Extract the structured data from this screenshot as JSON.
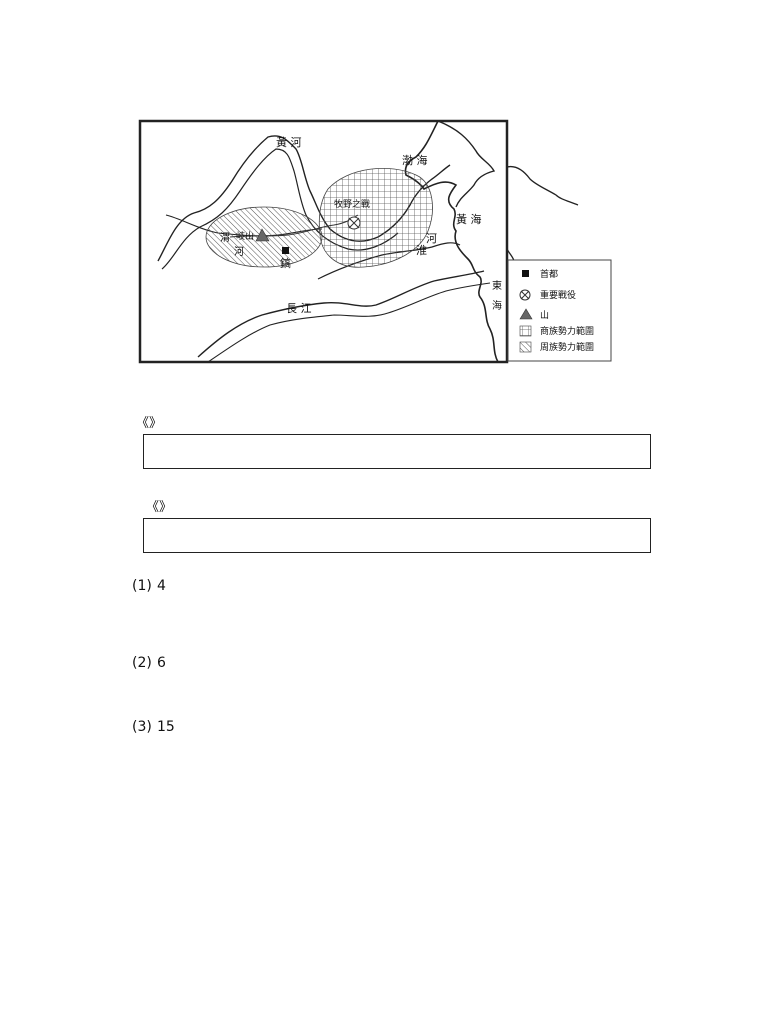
{
  "map": {
    "caption": "",
    "labels": {
      "huanghe": "黃 河",
      "bohai": "渤 海",
      "huanghai": "黃 海",
      "donghai_1": "東",
      "donghai_2": "海",
      "changjiang": "長 江",
      "huaihe_1": "河",
      "huaihe_2": "淮",
      "weihe_1": "渭",
      "weihe_2": "河",
      "qishan": "岐山",
      "hao": "鎬",
      "muye": "牧野之戰"
    },
    "legend": [
      {
        "symbol": "square-icon",
        "label": "首都"
      },
      {
        "symbol": "battle-icon",
        "label": "重要戰役"
      },
      {
        "symbol": "mountain-icon",
        "label": "山"
      },
      {
        "symbol": "grid-pattern-icon",
        "label": "商族勢力範圍"
      },
      {
        "symbol": "hatch-pattern-icon",
        "label": "周族勢力範圍"
      }
    ],
    "colors": {
      "line": "#222222",
      "pattern": "#555555"
    }
  },
  "source_a": {
    "label": "《》",
    "text": ""
  },
  "source_b": {
    "label": "《》",
    "text": ""
  },
  "questions": [
    {
      "num": "(1)",
      "line1": "",
      "line2": "4"
    },
    {
      "num": "(2)",
      "line1": "",
      "line2": "6"
    },
    {
      "num": "(3)",
      "line1": "15"
    }
  ]
}
